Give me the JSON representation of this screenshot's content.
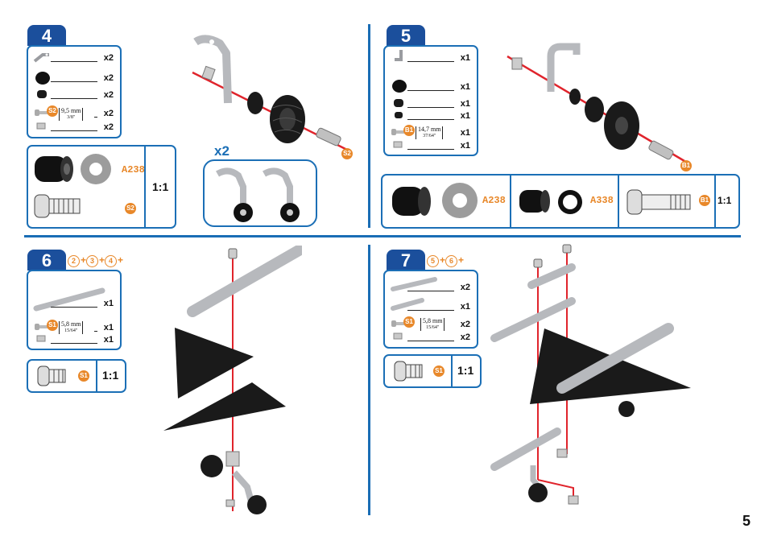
{
  "page_number": "5",
  "steps": [
    {
      "number": "4",
      "parts": [
        {
          "icon": "angle-bracket-icon",
          "qty": "x2"
        },
        {
          "icon": "rubber-ring-icon",
          "qty": "x2"
        },
        {
          "icon": "spacer-icon",
          "qty": "x2"
        },
        {
          "icon": "screw-icon",
          "qty": "x2",
          "badge": "S2",
          "length": "9,5 mm",
          "length_in": "3/8\""
        },
        {
          "icon": "nut-icon",
          "qty": "x2"
        }
      ],
      "scale": {
        "codes": [
          "A238",
          "S2"
        ],
        "ratio": "1:1"
      },
      "subassembly_multiplier": "x2",
      "diagram_badge": "S2"
    },
    {
      "number": "5",
      "parts": [
        {
          "icon": "angle-bracket-icon",
          "qty": "x1"
        },
        {
          "icon": "rubber-ring-icon",
          "qty": "x1"
        },
        {
          "icon": "spacer-icon",
          "qty": "x1"
        },
        {
          "icon": "small-spacer-icon",
          "qty": "x1"
        },
        {
          "icon": "screw-icon",
          "qty": "x1",
          "badge": "B1",
          "length": "14,7 mm",
          "length_in": "37/64\""
        },
        {
          "icon": "nut-icon",
          "qty": "x1"
        }
      ],
      "scale": {
        "codes": [
          "A238",
          "A338",
          "B1"
        ],
        "ratio": "1:1"
      },
      "diagram_badge": "B1"
    },
    {
      "number": "6",
      "prereqs": [
        "2",
        "3",
        "4"
      ],
      "parts": [
        {
          "icon": "strip-icon",
          "qty": "x1"
        },
        {
          "icon": "screw-icon",
          "qty": "x1",
          "badge": "S1",
          "length": "5,8 mm",
          "length_in": "15/64\""
        },
        {
          "icon": "nut-icon",
          "qty": "x1"
        }
      ],
      "scale": {
        "codes": [
          "S1"
        ],
        "ratio": "1:1"
      }
    },
    {
      "number": "7",
      "prereqs": [
        "5",
        "6"
      ],
      "parts": [
        {
          "icon": "strip-icon",
          "qty": "x2"
        },
        {
          "icon": "short-strip-icon",
          "qty": "x1"
        },
        {
          "icon": "screw-icon",
          "qty": "x2",
          "badge": "S1",
          "length": "5,8 mm",
          "length_in": "15/64\""
        },
        {
          "icon": "nut-icon",
          "qty": "x2"
        }
      ],
      "scale": {
        "codes": [
          "S1"
        ],
        "ratio": "1:1"
      }
    }
  ],
  "colors": {
    "blue": "#1b6fb6",
    "dark_blue": "#1b4f9c",
    "orange": "#e8882a",
    "red_axis": "#e0242c",
    "metal": "#b7b9bd",
    "rubber": "#1a1a1a"
  }
}
